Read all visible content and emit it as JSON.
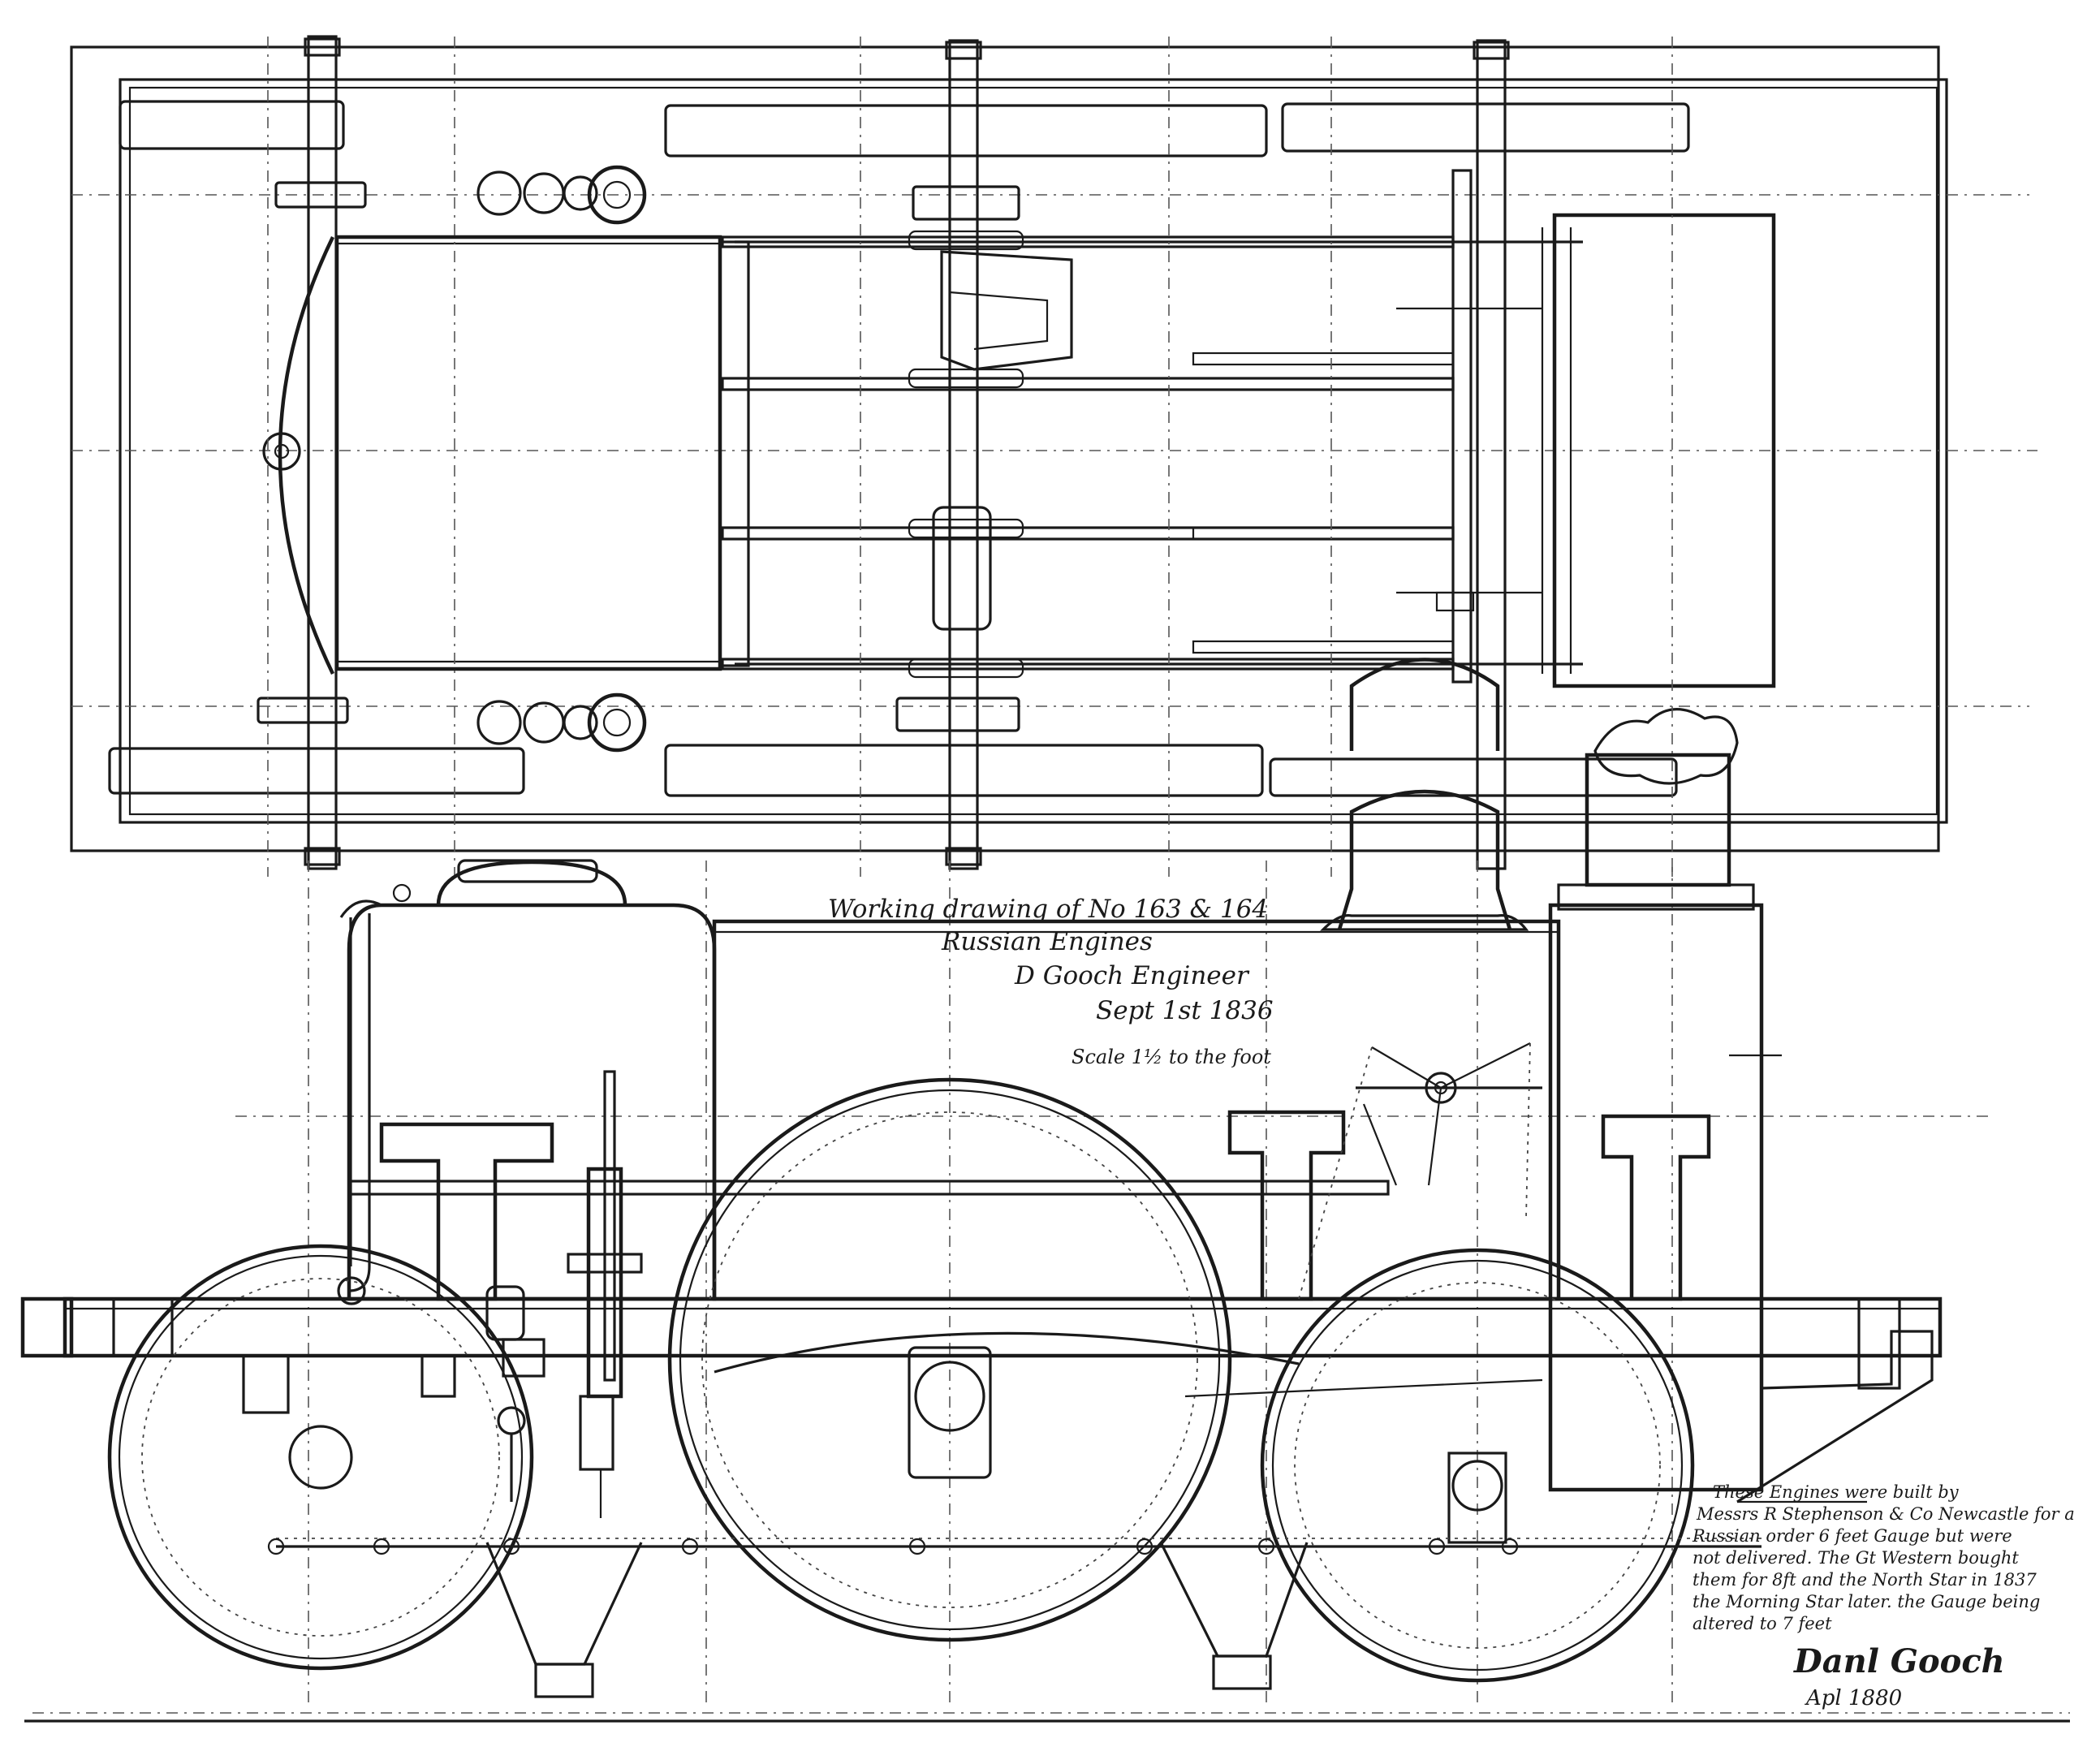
{
  "drawing": {
    "title_block": {
      "line1": "Working drawing of No 163 & 164",
      "line2": "Russian Engines",
      "line3": "D Gooch Engineer",
      "line4": "Sept 1st 1836",
      "scale": "Scale 1½ to the foot"
    },
    "side_note": {
      "lines": [
        "These Engines were built by",
        "Messrs R Stephenson & Co Newcastle for a",
        "Russian order 6 feet Gauge but were",
        "not delivered. The Gt Western bought",
        "them for 8ft and the North Star in 1837",
        "the Morning Star later. the Gauge being",
        "altered to 7 feet"
      ],
      "signature": "Danl Gooch",
      "date": "Apl 1880"
    }
  }
}
